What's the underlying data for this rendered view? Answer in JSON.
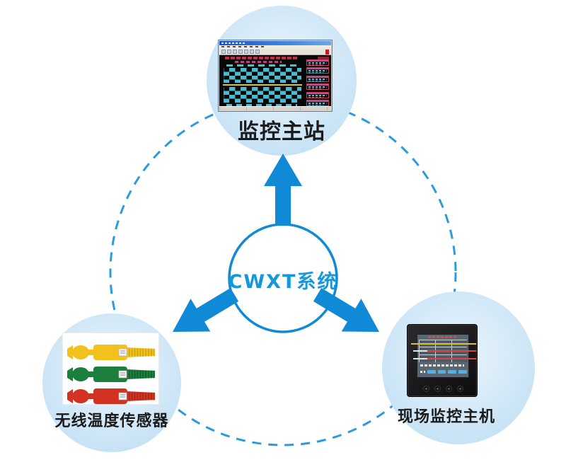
{
  "diagram": {
    "center_label": "CWXT系统",
    "nodes": {
      "top": {
        "label": "监控主站"
      },
      "left": {
        "label": "无线温度传感器"
      },
      "right": {
        "label": "现场监控主机"
      }
    },
    "colors": {
      "accent_blue": "#1089d6",
      "dashed_circle_blue": "#2a9bdc",
      "node_circle_fill": "#cfe7f8",
      "label_text": "#1b1b1b",
      "center_text_blue": "#1597dc",
      "sensor_yellow": "#f2c11d",
      "sensor_green": "#1c7f3e",
      "sensor_red": "#d23222",
      "scada_bus_yellow": "#d8c623",
      "device_screen_bg": "#5a6770"
    }
  }
}
